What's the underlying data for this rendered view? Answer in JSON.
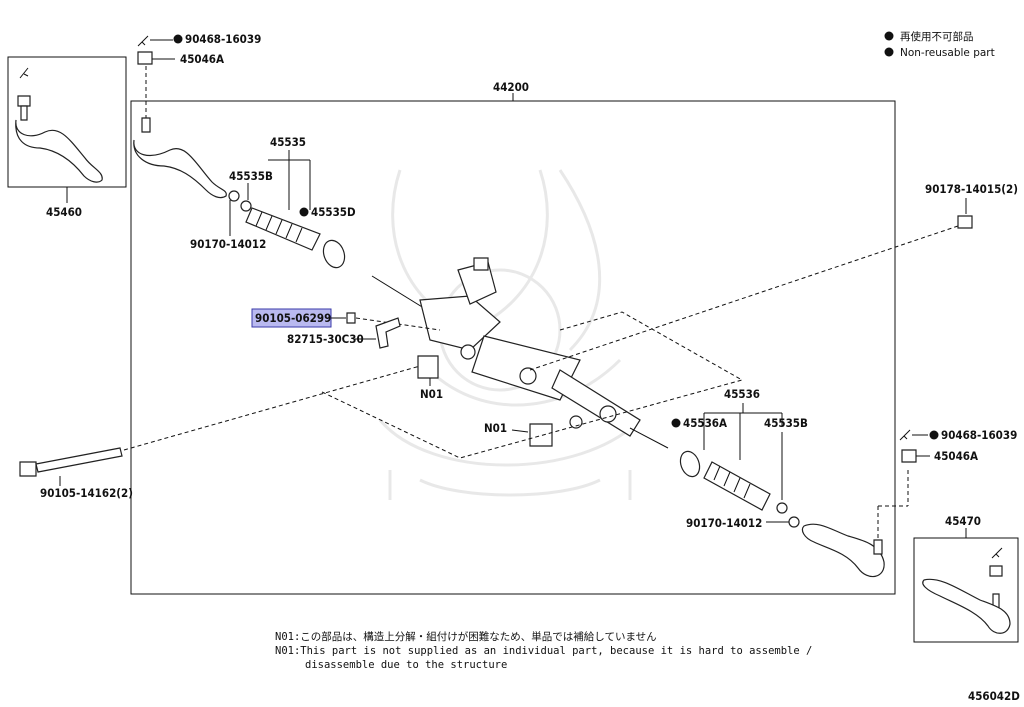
{
  "diagram_code": "456042D",
  "legend": {
    "jp": "再使用不可部品",
    "en": "Non-reusable part"
  },
  "assembly": "44200",
  "labels": {
    "p90468_tl": "90468-16039",
    "p45046a_tl": "45046A",
    "p45460": "45460",
    "p45535": "45535",
    "p45535b_top": "45535B",
    "p45535d": "45535D",
    "p90170_tl": "90170-14012",
    "p90105_06299": "90105-06299",
    "p82715": "82715-30C30",
    "n01_a": "N01",
    "n01_b": "N01",
    "p90178": "90178-14015(2)",
    "p90105_14162": "90105-14162(2)",
    "p45536": "45536",
    "p45536a": "45536A",
    "p45535b_bot": "45535B",
    "p90170_br": "90170-14012",
    "p90468_br": "90468-16039",
    "p45046a_br": "45046A",
    "p45470": "45470"
  },
  "notes": {
    "jp": "N01:この部品は、構造上分解・組付けが困難なため、単品では補給していません",
    "en1": "N01:This part is not supplied as an individual part, because it is hard to assemble /",
    "en2": "disassemble due to the structure"
  },
  "colors": {
    "highlight": "#b9b9f0",
    "ink": "#111111"
  }
}
